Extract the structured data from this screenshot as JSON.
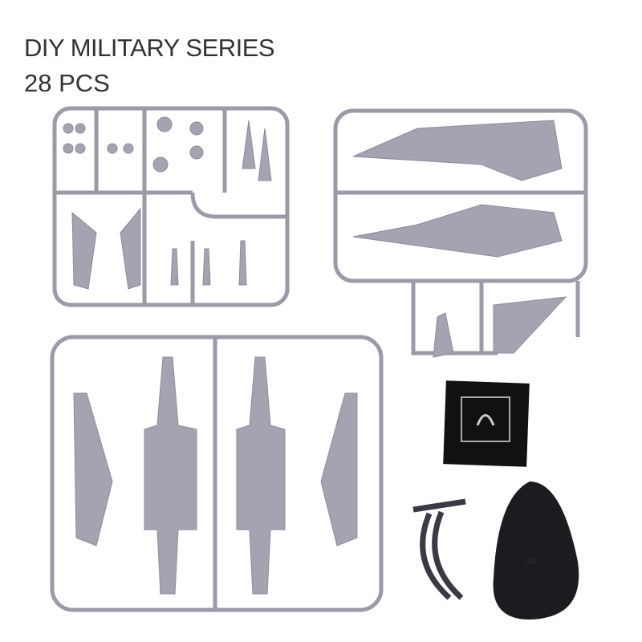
{
  "header": {
    "title": "DIY MILITARY SERIES",
    "subtitle": "28 PCS"
  },
  "base": {
    "logo": "4D"
  },
  "colors": {
    "sprue": "#9a9aa8",
    "part": "#a3a3b1",
    "base": "#1c1c20",
    "clear_sheet": "#111114"
  }
}
